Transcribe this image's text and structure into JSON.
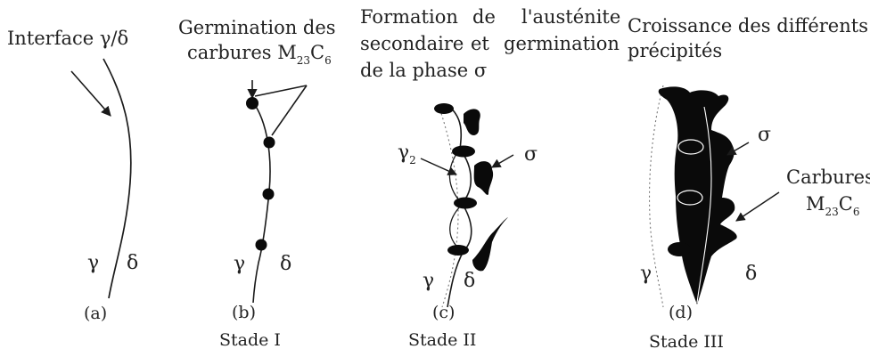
{
  "panel_a": {
    "title": "Interface γ/δ",
    "gamma": "γ",
    "delta": "δ",
    "caption": "(a)"
  },
  "panel_b": {
    "title_line1": "Germination des",
    "title_line2_prefix": "carbures M",
    "title_sub1": "23",
    "title_c": "C",
    "title_sub2": "6",
    "gamma": "γ",
    "delta": "δ",
    "caption": "(b)",
    "stage": "Stade I"
  },
  "panel_c": {
    "title_line1": [
      "Formation",
      "de",
      "l'austénite"
    ],
    "title_line2": [
      "secondaire",
      "et",
      "germination"
    ],
    "title_line3": "de la phase σ",
    "gamma2": "γ",
    "gamma2_sub": "2",
    "sigma": "σ",
    "gamma": "γ",
    "delta": "δ",
    "caption": "(c)",
    "stage": "Stade II"
  },
  "panel_d": {
    "title_line1": "Croissance des différents",
    "title_line2": "précipités",
    "sigma": "σ",
    "carbides_line1": "Carbures",
    "carbides_prefix": "M",
    "carbides_sub1": "23",
    "carbides_c": "C",
    "carbides_sub2": "6",
    "gamma": "γ",
    "delta": "δ",
    "caption": "(d)",
    "stage": "Stade III"
  }
}
